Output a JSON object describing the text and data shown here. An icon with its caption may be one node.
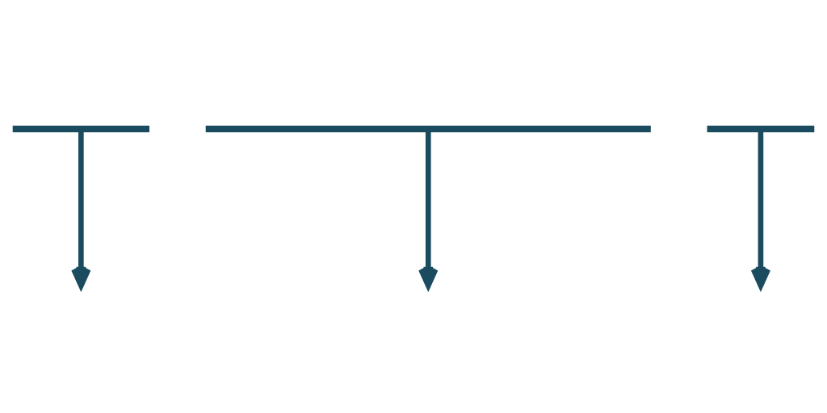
{
  "diagram": {
    "nodes": [
      {
        "text": [],
        "shape": "bar"
      },
      {
        "text": [],
        "shape": "bar"
      },
      {
        "text": [],
        "shape": "bar"
      }
    ],
    "edges": [
      {
        "from": 0,
        "to": null,
        "arrow": "to"
      },
      {
        "from": 2,
        "to": null,
        "arrow": "to"
      },
      {
        "from": 1,
        "to": null,
        "arrow": "to"
      }
    ]
  }
}
